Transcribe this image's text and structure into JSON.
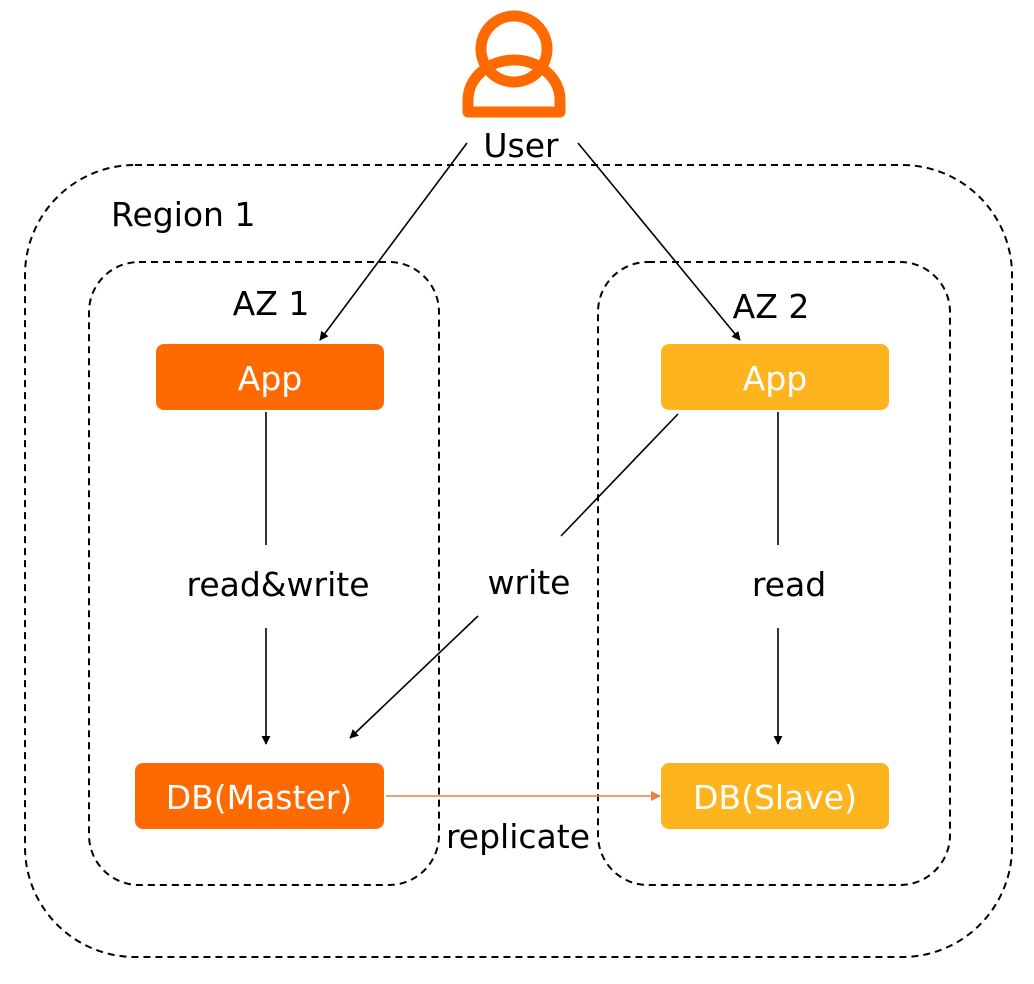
{
  "user": {
    "label": "User",
    "icon": "user-icon"
  },
  "region": {
    "label": "Region 1"
  },
  "azs": [
    {
      "label": "AZ 1"
    },
    {
      "label": "AZ 2"
    }
  ],
  "nodes": {
    "app1": {
      "label": "App",
      "color": "#FF6A00"
    },
    "app2": {
      "label": "App",
      "color": "#FDB41E"
    },
    "db_master": {
      "label": "DB(Master)",
      "color": "#FF6A00"
    },
    "db_slave": {
      "label": "DB(Slave)",
      "color": "#FDB41E"
    }
  },
  "edges": {
    "read_write": "read&write",
    "write": "write",
    "read": "read",
    "replicate": "replicate"
  },
  "colors": {
    "user_icon": "#FF6A00",
    "replicate_line": "#E8803F"
  }
}
